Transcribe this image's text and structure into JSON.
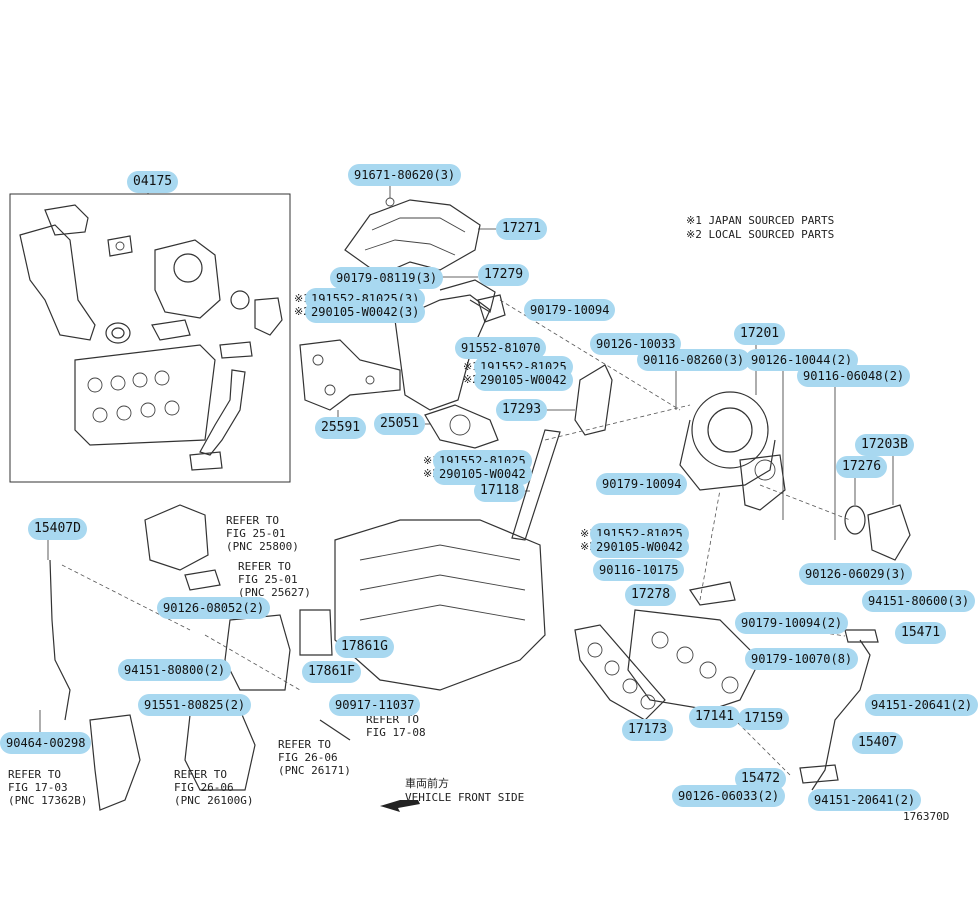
{
  "notes": {
    "n1": "※1 JAPAN SOURCED PARTS",
    "n2": "※2 LOCAL SOURCED PARTS"
  },
  "direction": {
    "jp": "車両前方",
    "en": "VEHICLE FRONT SIDE"
  },
  "figure_id": "176370D",
  "labels": {
    "l04175": "04175",
    "l91671": "91671-80620(3)",
    "l17271": "17271",
    "l90179a": "90179-08119(3)",
    "l17279": "17279",
    "l191552a": "191552-81025(3)",
    "l290105a": "290105-W0042(3)",
    "l90179b": "90179-10094",
    "l91552": "91552-81070",
    "l191552b": "191552-81025",
    "l290105b": "290105-W0042",
    "l90126a": "90126-10033",
    "l17201": "17201",
    "l90116a": "90116-08260(3)",
    "l90126b": "90126-10044(2)",
    "l90116b": "90116-06048(2)",
    "l17293": "17293",
    "l25591": "25591",
    "l25051": "25051",
    "l17203B": "17203B",
    "l191552c": "191552-81025",
    "l290105c": "290105-W0042",
    "l90179c": "90179-10094",
    "l17276": "17276",
    "l17118": "17118",
    "l15407D": "15407D",
    "l191552d": "191552-81025",
    "l290105d": "290105-W0042",
    "l90116c": "90116-10175",
    "l90126c": "90126-06029(3)",
    "l17278": "17278",
    "l94151a": "94151-80600(3)",
    "l90126d": "90126-08052(2)",
    "l15471": "15471",
    "l90179d": "90179-10094(2)",
    "l17861G": "17861G",
    "l94151b": "94151-80800(2)",
    "l17861F": "17861F",
    "l90179e": "90179-10070(8)",
    "l94151c": "94151-20641(2)",
    "l91551": "91551-80825(2)",
    "l90917": "90917-11037",
    "l17141": "17141",
    "l17159": "17159",
    "l17173": "17173",
    "l90464": "90464-00298",
    "l15407": "15407",
    "l15472": "15472",
    "l90126e": "90126-06033(2)",
    "l94151d": "94151-20641(2)"
  },
  "refs": {
    "r1": "REFER TO\nFIG 25-01\n(PNC 25800)",
    "r2": "REFER TO\nFIG 25-01\n(PNC 25627)",
    "r3": "REFER TO\nFIG 17-08",
    "r4": "REFER TO\nFIG 26-06\n(PNC 26171)",
    "r5": "REFER TO\nFIG 17-03\n(PNC 17362B)",
    "r6": "REFER TO\nFIG 26-06\n(PNC 26100G)"
  },
  "marks": {
    "m1": "※1",
    "m2": "※2"
  }
}
